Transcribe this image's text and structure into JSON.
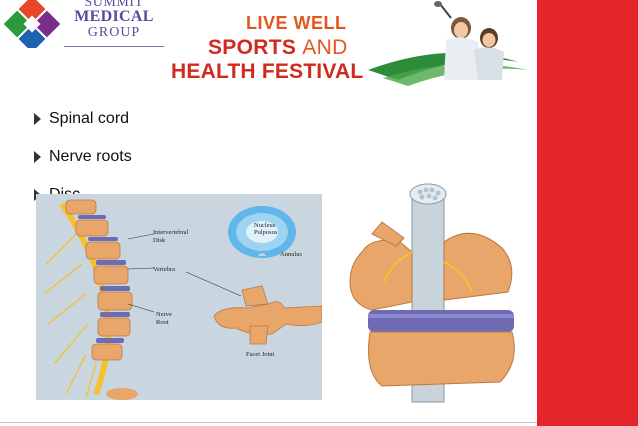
{
  "logo": {
    "line1": "SUMMIT",
    "line2": "MEDICAL",
    "line3": "GROUP",
    "colors": [
      "#e8462a",
      "#7a2e8a",
      "#2c9a3a",
      "#1e63b0"
    ]
  },
  "banner": {
    "line1": "LIVE WELL",
    "line2_a": "SPORTS",
    "line2_b": "AND",
    "line3": "HEALTH FESTIVAL"
  },
  "bullets": [
    {
      "label": "Spinal cord"
    },
    {
      "label": "Nerve roots"
    },
    {
      "label": "Disc"
    }
  ],
  "figure_labels": {
    "intervertebral": "Intervertebral",
    "disk": "Disk",
    "vertebra": "Vertebra",
    "nerve": "Nerve",
    "root": "Root",
    "nucleus": "Nucleus",
    "pulposus": "Pulposus",
    "annulus": "Annulus",
    "facet_joint": "Facet Joint"
  },
  "colors": {
    "accent_red": "#e4262b",
    "bone": "#e9a66a",
    "disc": "#6f6bb3",
    "nerve": "#f2c230"
  }
}
